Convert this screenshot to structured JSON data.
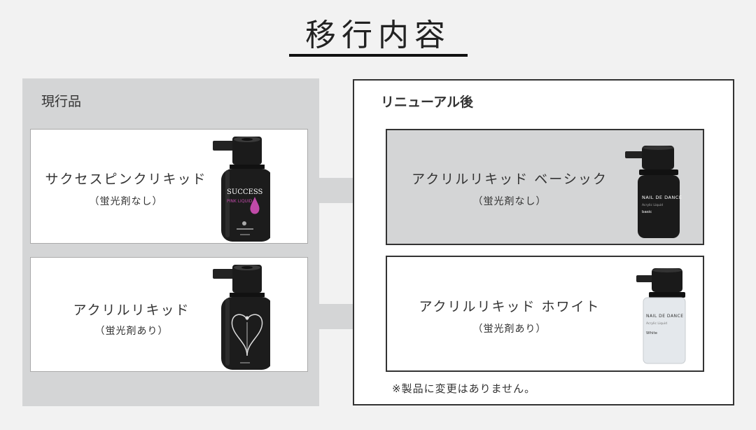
{
  "page_title": "移行内容",
  "current": {
    "heading": "現行品",
    "products": [
      {
        "name": "サクセスピンクリキッド",
        "sub": "（蛍光剤なし）"
      },
      {
        "name": "アクリルリキッド",
        "sub": "（蛍光剤あり）"
      }
    ]
  },
  "renewal": {
    "heading": "リニューアル後",
    "products": [
      {
        "name": "アクリルリキッド ベーシック",
        "sub": "（蛍光剤なし）",
        "label_brand": "NAIL DE DANCE",
        "label_line": "Acrylic Liquid",
        "label_variant": "basic"
      },
      {
        "name": "アクリルリキッド ホワイト",
        "sub": "（蛍光剤あり）",
        "label_brand": "NAIL DE DANCE",
        "label_line": "Acrylic Liquid",
        "label_variant": "White"
      }
    ],
    "note": "※製品に変更はありません。"
  },
  "bottle_labels": {
    "success_brand": "SUCCESS",
    "success_line": "PINK LIQUID"
  },
  "colors": {
    "background": "#f2f2f2",
    "panel_gray": "#d4d5d6",
    "border_dark": "#333333",
    "accent_pink": "#c04aa8"
  }
}
